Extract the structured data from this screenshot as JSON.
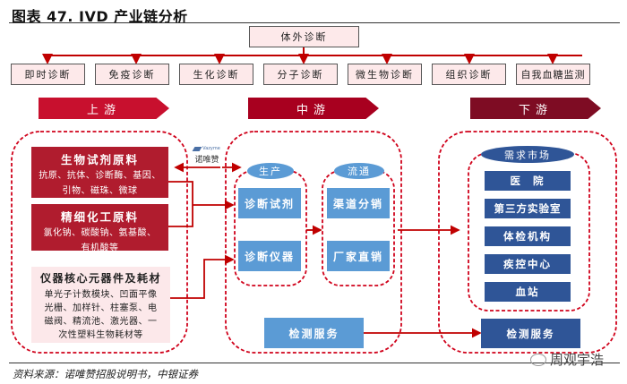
{
  "title": "图表 47. IVD 产业链分析",
  "source": "资料来源：诺唯赞招股说明书，中银证券",
  "root": "体外诊断",
  "categories": [
    "即时诊断",
    "免疫诊断",
    "生化诊断",
    "分子诊断",
    "微生物诊断",
    "组织诊断",
    "自我血糖监测"
  ],
  "stages": {
    "upstream": "上游",
    "midstream": "中游",
    "downstream": "下游"
  },
  "upstream": {
    "bio_reagents": {
      "heading": "生物试剂原料",
      "lines": [
        "抗原、抗体、诊断酶、基因、",
        "引物、磁珠、微球"
      ]
    },
    "fine_chemicals": {
      "heading": "精细化工原料",
      "lines": [
        "氯化钠、碳酸钠、氨基酸、",
        "有机酸等"
      ]
    },
    "instrument_parts": {
      "heading": "仪器核心元器件及耗材",
      "lines": [
        "单光子计数模块、凹面平像",
        "光栅、加样针、柱塞泵、电",
        "磁阀、精流池、激光器、一",
        "次性塑料生物耗材等"
      ]
    }
  },
  "company": {
    "logo_text": "Vazyme",
    "name": "诺唯赞"
  },
  "midstream": {
    "production": {
      "label": "生产",
      "items": [
        "诊断试剂",
        "诊断仪器"
      ]
    },
    "circulation": {
      "label": "流通",
      "items": [
        "渠道分销",
        "厂家直销"
      ]
    },
    "testing_service": "检测服务"
  },
  "downstream": {
    "demand_label": "需求市场",
    "items": [
      "医  院",
      "第三方实验室",
      "体检机构",
      "疾控中心",
      "血站"
    ],
    "testing_service": "检测服务"
  },
  "watermark": "周观宇浩",
  "colors": {
    "red_dark": "#b01c2e",
    "maroon": "#8b0d24",
    "blue_light": "#5b9bd5",
    "navy": "#2f5597",
    "pink": "#fde9ea",
    "connector_red": "#c00000"
  }
}
